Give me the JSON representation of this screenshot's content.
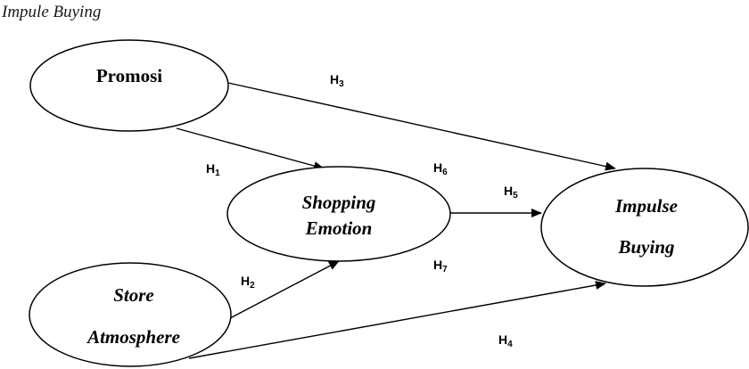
{
  "caption": "Impule Buying",
  "nodes": {
    "promosi": {
      "lines": [
        "Promosi"
      ]
    },
    "shopping_emotion": {
      "lines": [
        "Shopping",
        "Emotion"
      ]
    },
    "impulse_buying": {
      "lines": [
        "Impulse",
        "Buying"
      ]
    },
    "store_atmosphere": {
      "lines": [
        "Store",
        "Atmosphere"
      ]
    }
  },
  "hypotheses": {
    "h1": {
      "letter": "H",
      "num": "1"
    },
    "h2": {
      "letter": "H",
      "num": "2"
    },
    "h3": {
      "letter": "H",
      "num": "3"
    },
    "h4": {
      "letter": "H",
      "num": "4"
    },
    "h5": {
      "letter": "H",
      "num": "5"
    },
    "h6": {
      "letter": "H",
      "num": "6"
    },
    "h7": {
      "letter": "H",
      "num": "7"
    }
  }
}
